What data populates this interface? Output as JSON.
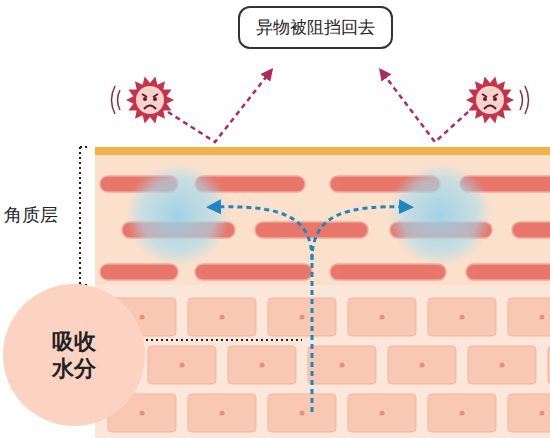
{
  "diagram": {
    "nodes": [
      {
        "text": [
          "异物被阻挡回去"
        ]
      },
      {
        "text": [
          "吸收 水分"
        ]
      }
    ],
    "labels": [
      "角质层"
    ]
  }
}
